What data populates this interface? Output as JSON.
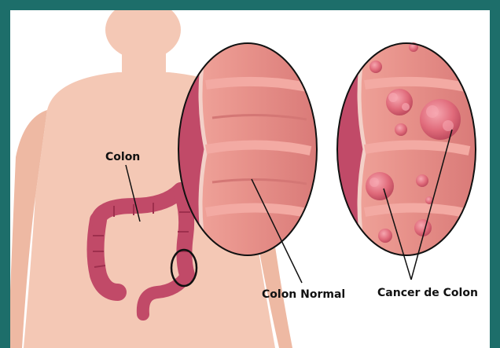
{
  "labels": {
    "colon": "Colon",
    "colon_normal": "Colon Normal",
    "cancer": "Cancer de Colon"
  },
  "colors": {
    "frame": "#1d6e6a",
    "skin": "#f4c8b5",
    "skin_shadow": "#eeb9a3",
    "colon": "#c14a68",
    "colon_dark": "#9e2f4d",
    "tissue": "#e08a86",
    "tissue_light": "#f3aaa3",
    "polyp": "#e06a7a"
  }
}
